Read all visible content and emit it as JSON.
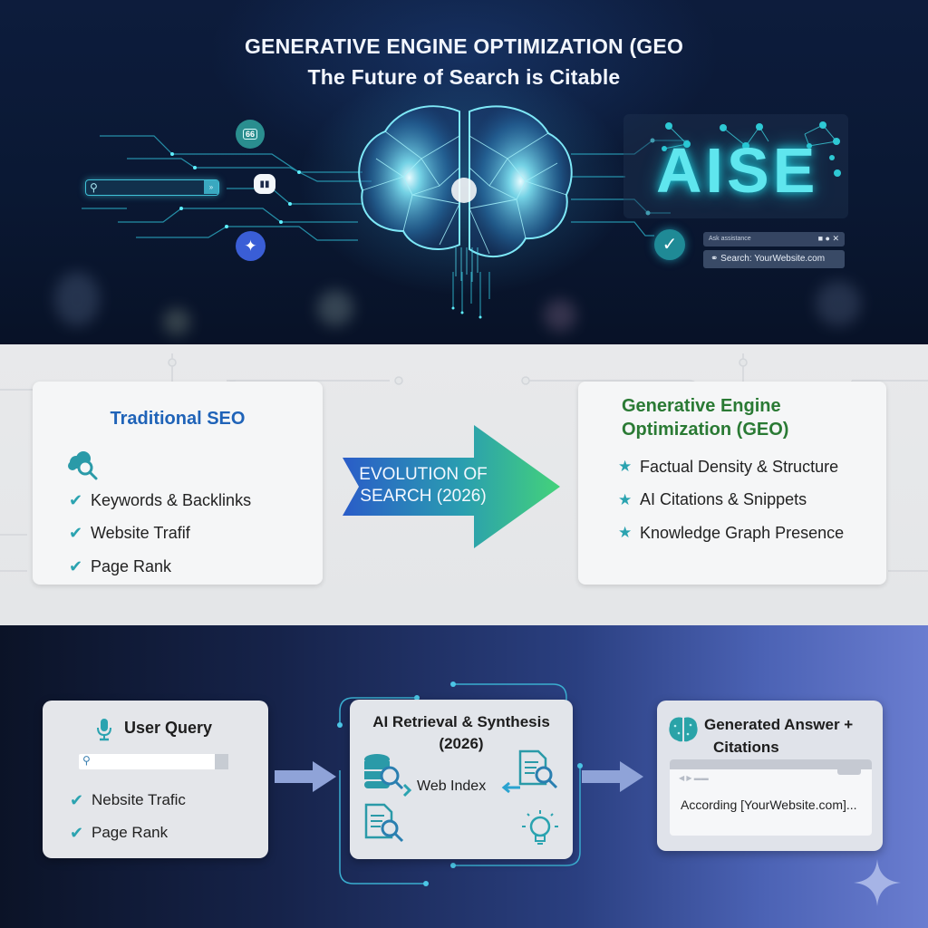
{
  "hero": {
    "title_line1": "GENERATIVE ENGINE OPTIMIZATION (GEO",
    "title_line2": "The Future of Search is Citable",
    "quote_icon_label": "66",
    "aise_text": "AISE",
    "mini_bar_text": "Ask assistance",
    "source_text": "Search: YourWebsite.com",
    "icons": [
      "search-icon",
      "quote-icon",
      "chat-bubble-icon",
      "twitter-bird-icon",
      "brain-icon",
      "checkmark-icon"
    ]
  },
  "middle": {
    "traditional": {
      "title": "Traditional SEO",
      "icon": "cloud-search-icon",
      "items": [
        "Keywords & Backlinks",
        "Website Trafif",
        "Page Rank"
      ]
    },
    "evolution": {
      "line1": "EVOLUTION OF",
      "line2": "SEARCH (2026)"
    },
    "geo": {
      "title_line1": "Generative Engine",
      "title_line2": "Optimization (GEO)",
      "items": [
        "Factual Density & Structure",
        "AI Citations & Snippets",
        "Knowledge Graph Presence"
      ]
    }
  },
  "bottom": {
    "query": {
      "title": "User Query",
      "icon": "microphone-icon",
      "search_placeholder": "",
      "items": [
        "Nebsite Trafic",
        "Page Rank"
      ]
    },
    "ai": {
      "title_line1": "AI Retrieval & Synthesis",
      "title_line2": "(2026)",
      "web_index": "Web Index",
      "icons": [
        "database-search-icon",
        "document-search-icon",
        "document-search-icon",
        "lightbulb-icon"
      ]
    },
    "answer": {
      "title_line1": "Generated Answer +",
      "title_line2": "Citations",
      "icon": "brain-icon",
      "answer_text": "According [YourWebsite.com]..."
    }
  },
  "colors": {
    "seo_blue": "#1f63b8",
    "geo_green": "#2a7a34",
    "teal": "#2aa3b0",
    "cyan_glow": "#5fe6ee"
  }
}
